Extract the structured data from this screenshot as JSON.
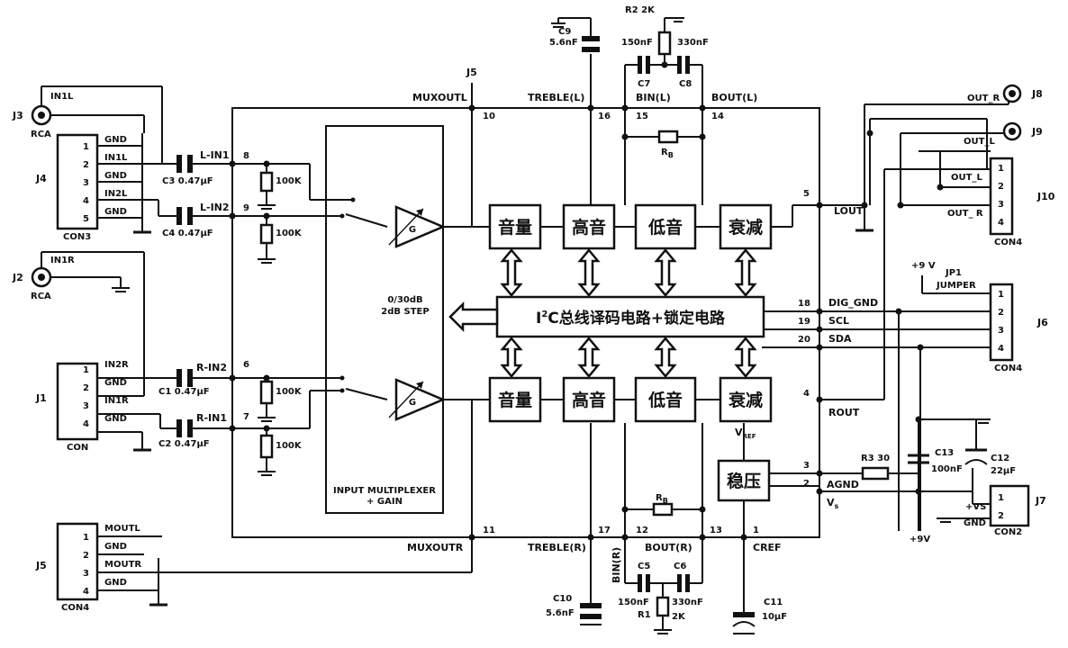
{
  "ic": {
    "mux_top": "MUXOUTL",
    "mux_bottom": "MUXOUTR",
    "treble_l": "TREBLE(L)",
    "bin_l": "BIN(L)",
    "bout_l": "BOUT(L)",
    "treble_r": "TREBLE(R)",
    "bin_r": "BIN(R)",
    "bout_r": "BOUT(R)",
    "cref": "CREF",
    "lout": "LOUT",
    "rout": "ROUT",
    "dig_gnd": "DIG_GND",
    "scl": "SCL",
    "sda": "SDA",
    "agnd": "AGND",
    "vs": "V",
    "vs_sub": "s",
    "vref": "V",
    "vref_sub": "REF",
    "mux_label_1": "INPUT MULTIPLEXER",
    "mux_label_2": "+ GAIN",
    "gain_1": "0/30dB",
    "gain_2": "2dB STEP",
    "l_in1": "L-IN1",
    "l_in2": "L-IN2",
    "r_in1": "R-IN1",
    "r_in2": "R-IN2",
    "amp": "G"
  },
  "blocks": {
    "volume": "音量",
    "treble": "高音",
    "bass": "低音",
    "atten": "衰减",
    "bus_sup": "2",
    "bus_pre": "I",
    "bus_post": "C总线译码电路+锁定电路",
    "regulator": "稳压"
  },
  "pins": {
    "p1": "1",
    "p2": "2",
    "p3": "3",
    "p4": "4",
    "p5": "5",
    "p6": "6",
    "p7": "7",
    "p8": "8",
    "p9": "9",
    "p10": "10",
    "p11": "11",
    "p12": "12",
    "p13": "13",
    "p14": "14",
    "p15": "15",
    "p16": "16",
    "p17": "17",
    "p18": "18",
    "p19": "19",
    "p20": "20"
  },
  "connectors": {
    "j3": "J3",
    "j3_type": "RCA",
    "in1l_jack": "IN1L",
    "j2": "J2",
    "j2_type": "RCA",
    "in1r_jack": "IN1R",
    "j4": "J4",
    "j4_type": "CON3",
    "j4_pins": [
      "1",
      "2",
      "3",
      "4",
      "5"
    ],
    "j4_labels": [
      "GND",
      "IN1L",
      "GND",
      "IN2L",
      "GND"
    ],
    "j1": "J1",
    "j1_type": "CON",
    "j1_pins": [
      "1",
      "2",
      "3",
      "4"
    ],
    "j1_labels": [
      "IN2R",
      "GND",
      "IN1R",
      "GND"
    ],
    "j5": "J5",
    "j5_type": "CON4",
    "j5_pins": [
      "1",
      "2",
      "3",
      "4"
    ],
    "j5_labels": [
      "MOUTL",
      "GND",
      "MOUTR",
      "GND"
    ],
    "j5_top": "J5",
    "j8": "J8",
    "out_r_jack": "OUT_R",
    "j9": "J9",
    "out_l_jack": "OUT_L",
    "j10": "J10",
    "j10_type": "CON4",
    "j10_pins": [
      "1",
      "2",
      "3",
      "4"
    ],
    "j10_labels": [
      "OUT_L",
      "OUT_ R"
    ],
    "j6": "J6",
    "j6_type": "CON4",
    "j6_pins": [
      "1",
      "2",
      "3",
      "4"
    ],
    "j7": "J7",
    "j7_type": "CON2",
    "j7_pins": [
      "1",
      "2"
    ],
    "vs_pin": "+VS",
    "gnd": "GND",
    "jp1": "JP1",
    "jumper": "JUMPER",
    "plus9v": "+9 V",
    "plus9v_b": "+9V"
  },
  "components": {
    "c3": "C3 0.47μF",
    "c4": "C4 0.47μF",
    "c1": "C1 0.47μF",
    "c2": "C2 0.47μF",
    "r100k": "100K",
    "c9": "C9",
    "c9_val": "5.6nF",
    "r2": "R2 2K",
    "c7_val": "150nF",
    "c8_val": "330nF",
    "c7": "C7",
    "c8": "C8",
    "rb": "R",
    "rb_sub": "B",
    "c5": "C5",
    "c6": "C6",
    "c5_val": "150nF",
    "c6_val": "330nF",
    "r1": "R1",
    "r1_val": "2K",
    "c10": "C10",
    "c10_val": "5.6nF",
    "c11": "C11",
    "c11_val": "10μF",
    "r3": "R3 30",
    "c13": "C13",
    "c13_val": "100nF",
    "c12": "C12",
    "c12_val": "22μF"
  }
}
